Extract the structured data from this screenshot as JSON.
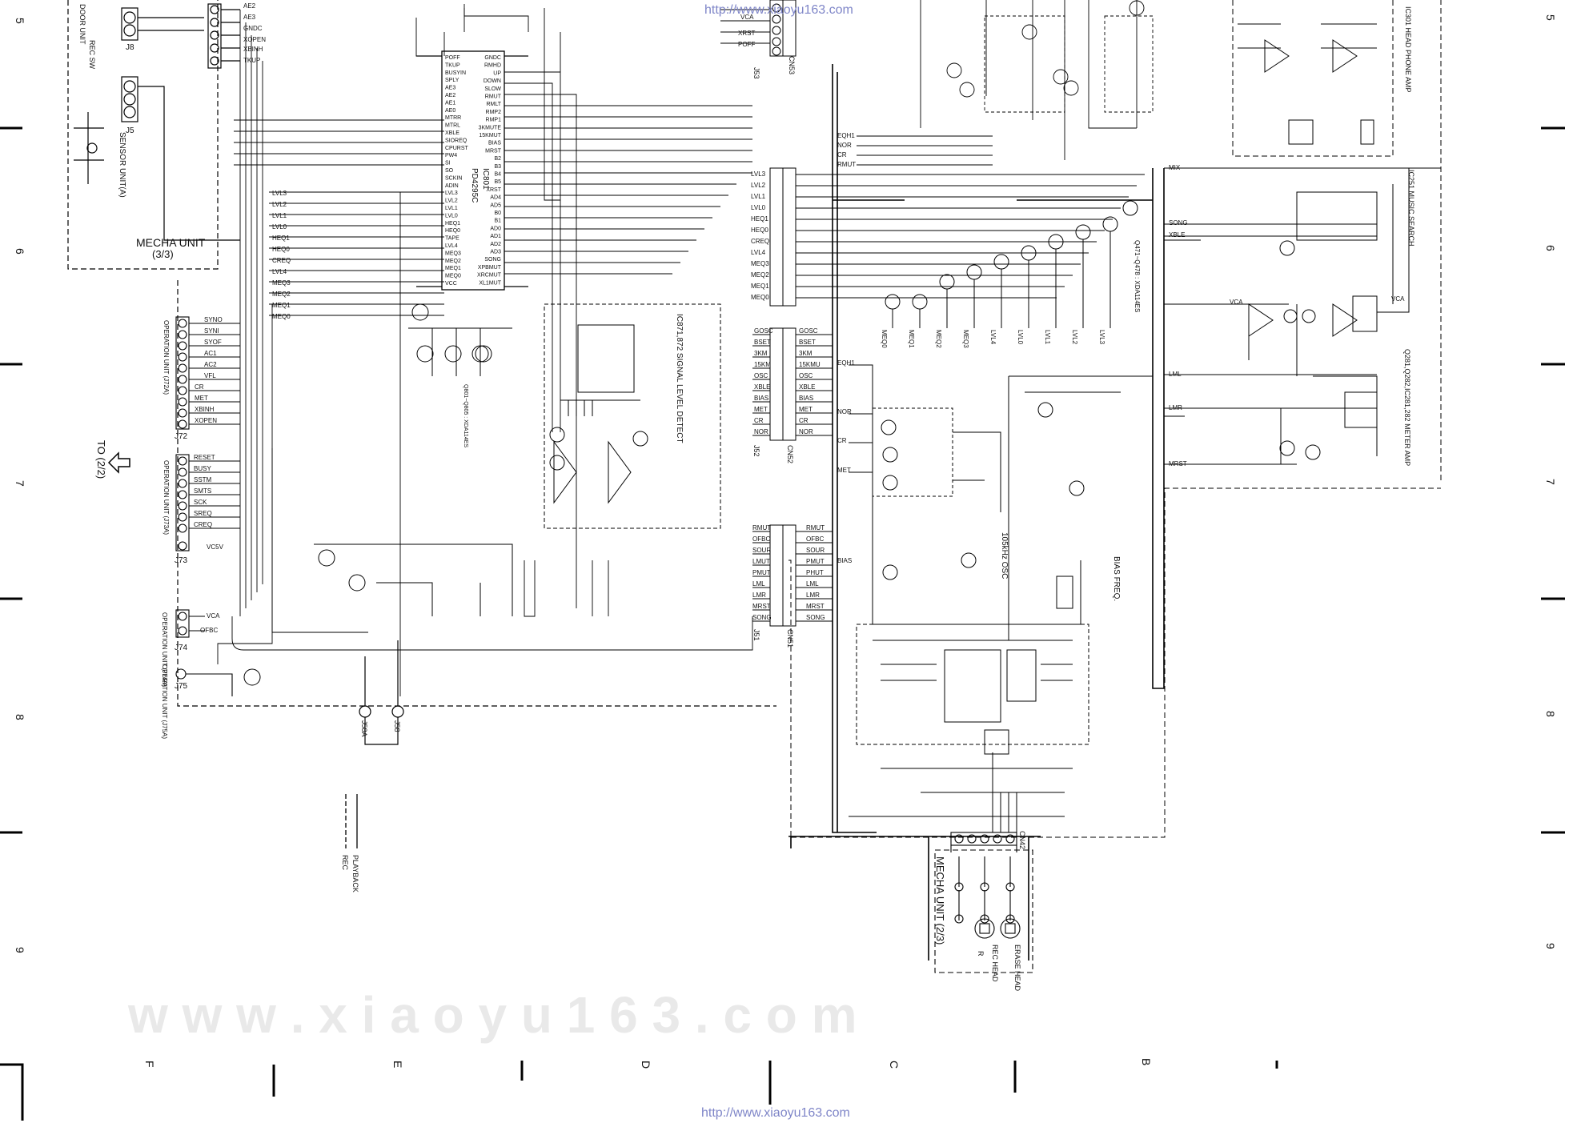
{
  "header_url": "http://www.xiaoyu163.com",
  "footer_url": "http://www.xiaoyu163.com",
  "watermark": "w w w . x i a o y u 1 6 3 . c o m",
  "grid": {
    "rows_left": [
      "5",
      "6",
      "7",
      "8",
      "9"
    ],
    "rows_right": [
      "5",
      "6",
      "7",
      "8",
      "9"
    ],
    "cols": [
      "F",
      "E",
      "D",
      "C",
      "B"
    ]
  },
  "blocks": {
    "mecha_3": "MECHA UNIT",
    "mecha_3_sub": "(3/3)",
    "mecha_2": "MECHA UNIT (2/3)",
    "to_page": "TO (2/2)",
    "sensor": "SENSOR UNIT(A)",
    "door": "DOOR UNIT",
    "rec_sw": "REC SW",
    "op_j72": "OPERATION UNIT (J72A)",
    "op_j73": "OPERATION UNIT (J73A)",
    "op_j74": "OPERATION UNIT (J74A)",
    "op_j75": "OPERATION UNIT (J75A)",
    "signal_detect": "IC871,872 SIGNAL LEVEL DETECT",
    "ic801": "IC801",
    "ic801_part": "PD4295C",
    "hp_amp": "IC301 HEAD PHONE AMP",
    "music_search": "IC251 MUSIC SEARCH",
    "meter_amp": "Q281,Q282,IC281,282 METER AMP",
    "osc": "105kHz OSC",
    "bias_freq": "BIAS FREQ.",
    "bias_label": "BIAS",
    "playback": "PLAYBACK",
    "rec": "REC",
    "erase_head": "ERASE HEAD",
    "rec_head": "REC HEAD",
    "r_label": "R",
    "q_array": "Q471~Q478 : XDA114ES",
    "q801_array": "Q801~Q805 : XDA114ES"
  },
  "connectors": {
    "j8": "J8",
    "j5": "J5",
    "j72": "J72",
    "j73": "J73",
    "j74": "J74",
    "j75": "J75",
    "j58a": "J58A",
    "j58": "J58",
    "j53": "J53",
    "j52": "J52",
    "j51": "J51",
    "cn53": "CN53",
    "cn52": "CN52",
    "cn51": "CN51",
    "cn42": "CN42"
  },
  "lists": {
    "mecha_pins": [
      "AE2",
      "AE3",
      "GNDC",
      "XOPEN",
      "XBINH",
      "TKUP"
    ],
    "j72_pins": [
      "SYNO",
      "SYNI",
      "SYOF",
      "AC1",
      "AC2",
      "VFL",
      "CR",
      "MET",
      "XBINH",
      "XOPEN"
    ],
    "j73_pins": [
      "RESET",
      "BUSY",
      "SSTM",
      "SMTS",
      "SCK",
      "SREQ",
      "CREQ"
    ],
    "j73_vcc": "VC5V",
    "j74_pins": [
      "VCA",
      "OFBC"
    ],
    "ic801_left": [
      "POFF",
      "TKUP",
      "BUSYIN",
      "SPLY",
      "AE3",
      "AE2",
      "AE1",
      "AE0",
      "MTRR",
      "MTRL",
      "XBLE",
      "SIOREQ",
      "CPURST",
      "PW4",
      "SI",
      "SO",
      "SCKIN",
      "ADIN",
      "LVL3",
      "LVL2",
      "LVL1",
      "LVL0",
      "HEQ1",
      "HEQ0",
      "TAPE",
      "LVL4",
      "MEQ3",
      "MEQ2",
      "MEQ1",
      "MEQ0",
      "VCC"
    ],
    "ic801_right": [
      "GNDC",
      "RMHD",
      "UP",
      "DOWN",
      "SLOW",
      "RMUT",
      "RMLT",
      "RMP2",
      "RMP1",
      "3KMUTE",
      "15KMUT",
      "BIAS",
      "MRST",
      "B2",
      "B3",
      "B4",
      "B5",
      "XRST",
      "AD4",
      "AD5",
      "B0",
      "B1",
      "AD0",
      "AD1",
      "AD2",
      "AD3",
      "SONG",
      "XPBMUT",
      "XRCMUT",
      "XL1MUT"
    ],
    "left_bus": [
      "LVL3",
      "LVL2",
      "LVL1",
      "LVL0",
      "HEQ1",
      "HEQ0",
      "CREQ",
      "LVL4",
      "MEQ3",
      "MEQ2",
      "MEQ1",
      "MEQ0"
    ],
    "cn53_pins": [
      "VCA",
      "XRST",
      "POFF"
    ],
    "j53_bus": [
      "LVL3",
      "LVL2",
      "LVL1",
      "LVL0",
      "HEQ1",
      "HEQ0",
      "CREQ",
      "LVL4",
      "MEQ3",
      "MEQ2",
      "MEQ1",
      "MEQ0"
    ],
    "j52_pins": [
      "GOSC",
      "BSET",
      "3KM",
      "15KM",
      "OSC",
      "XBLE",
      "BIAS",
      "MET",
      "CR",
      "NOR"
    ],
    "cn52_pins": [
      "GOSC",
      "BSET",
      "3KM",
      "15KMU",
      "OSC",
      "XBLE",
      "BIAS",
      "MET",
      "CR",
      "NOR"
    ],
    "j51_pins": [
      "RMUT",
      "OFBC",
      "SOUR",
      "LMUT",
      "PMUT",
      "LML",
      "LMR",
      "MRST",
      "SONG"
    ],
    "cn51_pins": [
      "RMUT",
      "OFBC",
      "SOUR",
      "PMUT",
      "PHUT",
      "LML",
      "LMR",
      "MRST",
      "SONG"
    ],
    "q_row_labels": [
      "MEQ0",
      "MEQ1",
      "MEQ2",
      "MEQ3",
      "LVL4",
      "LVL0",
      "LVL1",
      "LVL2",
      "LVL3"
    ],
    "eq_labels": [
      "EQH1",
      "NOR",
      "CR",
      "RMUT"
    ],
    "mid_labels": [
      "EQH1",
      "NOR",
      "CR",
      "MET"
    ],
    "right_labels": [
      "MIX",
      "SONG",
      "XBLE",
      "VCA",
      "LML",
      "LMR",
      "MRST",
      "VCA"
    ]
  }
}
